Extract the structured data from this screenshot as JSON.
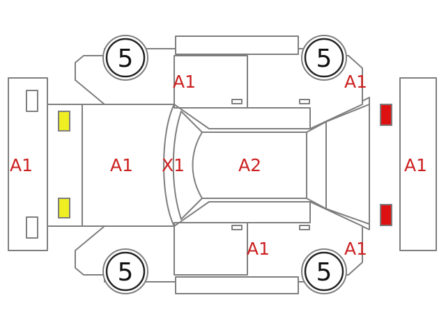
{
  "colors": {
    "outline": "#7d7d7d",
    "damage_text": "#cc1f1f",
    "front_lamp": "#eeee22",
    "rear_lamp": "#dd1111"
  },
  "icons": {
    "front_lamp_left": "yellow-lamp-icon",
    "front_lamp_right": "yellow-lamp-icon",
    "rear_lamp_left": "red-lamp-icon",
    "rear_lamp_right": "red-lamp-icon"
  },
  "panels": {
    "front_bumper": "A1",
    "hood": "A1",
    "windshield": "X1",
    "roof": "A2",
    "rear_bumper": "A1",
    "left_rear_door": "A1",
    "left_rear_fender": "A1",
    "right_rear_door": "A1",
    "right_rear_fender": "A1"
  },
  "tires": {
    "front_left": "5",
    "rear_left": "5",
    "front_right": "5",
    "rear_right": "5"
  }
}
